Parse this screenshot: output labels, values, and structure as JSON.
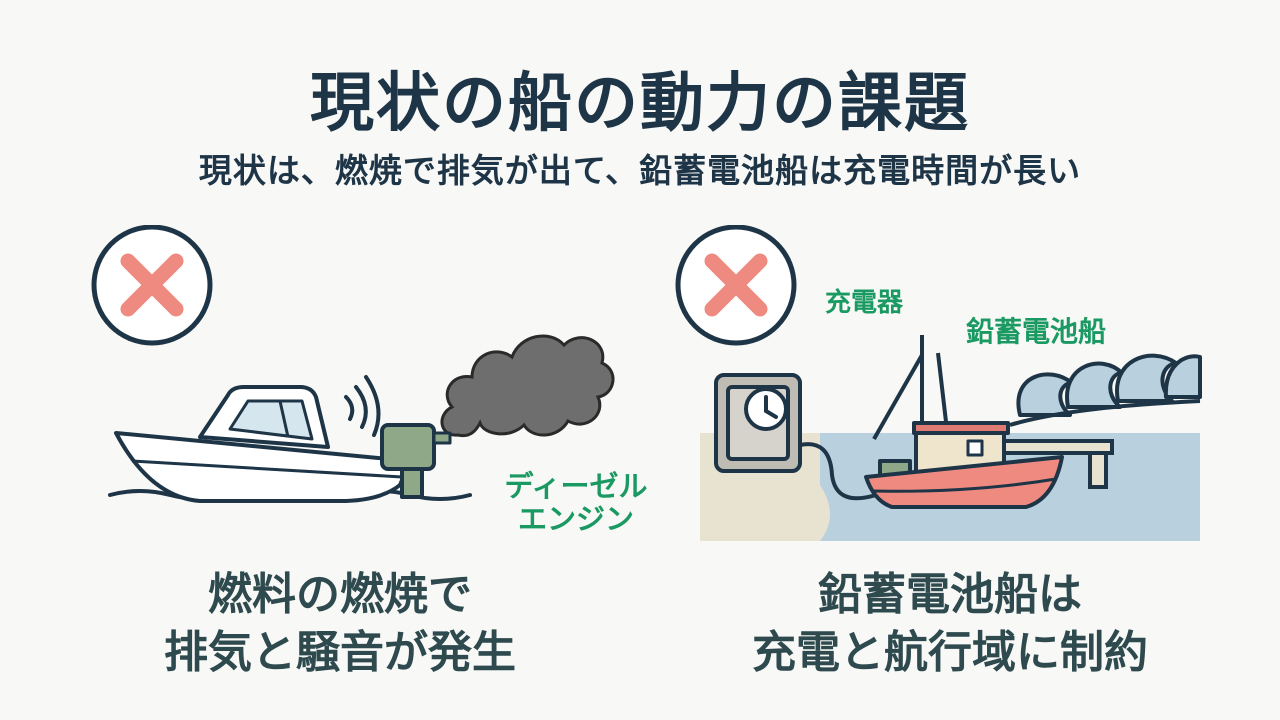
{
  "title": "現状の船の動力の課題",
  "subtitle": "現状は、燃焼で排気が出て、鉛蓄電池船は充電時間が長い",
  "left_panel": {
    "status_icon": "cross-mark-icon",
    "engine_label_line1": "ディーゼル",
    "engine_label_line2": "エンジン",
    "caption_line1": "燃料の燃焼で",
    "caption_line2": "排気と騒音が発生"
  },
  "right_panel": {
    "status_icon": "cross-mark-icon",
    "charger_label": "充電器",
    "boat_label": "鉛蓄電池船",
    "caption_line1": "鉛蓄電池船は",
    "caption_line2": "充電と航行域に制約"
  },
  "colors": {
    "title": "#1e3547",
    "label_green": "#1a9a62",
    "cross_red": "#ef8a80",
    "caption": "#2e4a4e",
    "smoke": "#6a6a6a",
    "water": "#b9d0de"
  }
}
